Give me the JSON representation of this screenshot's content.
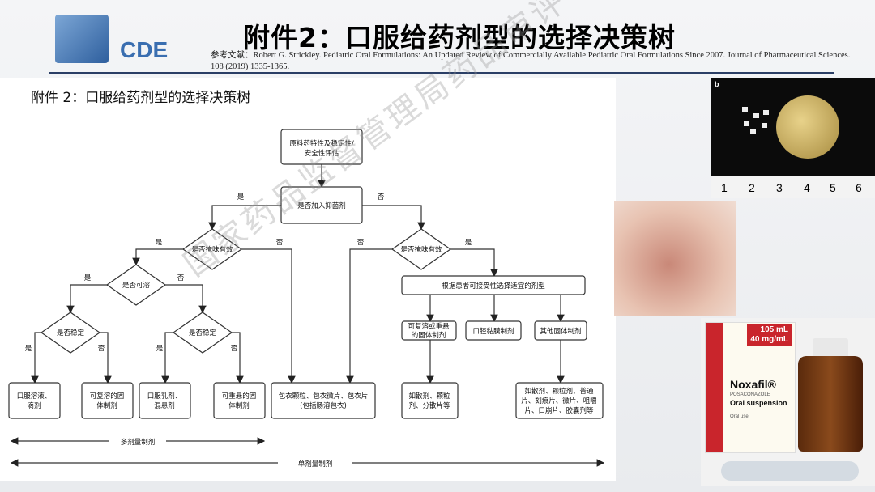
{
  "header": {
    "logo_text": "CDE",
    "title": "附件2：口服给药剂型的选择决策树",
    "reference": "参考文献：Robert G. Strickley. Pediatric Oral Formulations: An Updated Review of Commercially Available Pediatric Oral Formulations Since 2007. Journal of Pharmaceutical Sciences. 108 (2019) 1335-1365."
  },
  "flowchart": {
    "subtitle": "附件 2：口服给药剂型的选择决策树",
    "start_l1": "原料药特性及稳定性/",
    "start_l2": "安全性评估",
    "q_preservative": "是否加入抑菌剂",
    "q_taste_left": "是否掩味有效",
    "q_taste_right": "是否掩味有效",
    "q_soluble": "是否可溶",
    "q_stable_1": "是否稳定",
    "q_stable_2": "是否稳定",
    "yes": "是",
    "no": "否",
    "choose": "根据患者可接受性选择适宜的剂型",
    "mid1_l1": "可复溶或重悬",
    "mid1_l2": "的固体制剂",
    "mid2": "口腔黏膜制剂",
    "mid3": "其他固体制剂",
    "out1_l1": "口服溶液、",
    "out1_l2": "滴剂",
    "out2_l1": "可复溶的固",
    "out2_l2": "体制剂",
    "out3_l1": "口服乳剂、",
    "out3_l2": "混悬剂",
    "out4_l1": "可重悬的固",
    "out4_l2": "体制剂",
    "out5_l1": "包衣颗粒、包衣微片、包衣片",
    "out5_l2": "(包括肠溶包衣)",
    "out6_l1": "如散剂、颗粒",
    "out6_l2": "剂、分散片等",
    "out7_l1": "如散剂、颗粒剂、普通",
    "out7_l2": "片、刻痕片、微片、咀嚼",
    "out7_l3": "片、口崩片、胶囊剂等",
    "multi_dose": "多剂量制剂",
    "single_dose": "单剂量制剂"
  },
  "photos": {
    "panel_label": "b",
    "ruler": [
      "1",
      "2",
      "3",
      "4",
      "5",
      "6"
    ],
    "box_concentration_l1": "105 mL",
    "box_concentration_l2": "40 mg/mL",
    "brand": "Noxafil®",
    "generic": "POSACONAZOLE",
    "form": "Oral suspension",
    "route": "Oral use"
  },
  "watermark": "国家药品监督管理局药品审评中心"
}
